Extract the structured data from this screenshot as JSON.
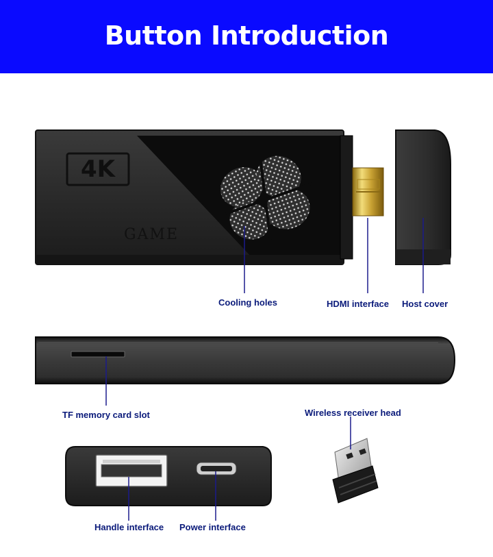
{
  "banner": {
    "title": "Button Introduction",
    "color": "#0a0aff"
  },
  "device": {
    "badge": "4K",
    "brand": "GAME"
  },
  "labels": {
    "cooling_holes": "Cooling holes",
    "hdmi_interface": "HDMI interface",
    "host_cover": "Host cover",
    "tf_slot": "TF memory card slot",
    "wireless_receiver": "Wireless receiver head",
    "handle_interface": "Handle interface",
    "power_interface": "Power interface"
  },
  "colors": {
    "label_text": "#0a1a7a",
    "pointer_line": "#1a1a8c",
    "body_dark": "#222222",
    "hdmi_gold": "#d9b84a"
  }
}
